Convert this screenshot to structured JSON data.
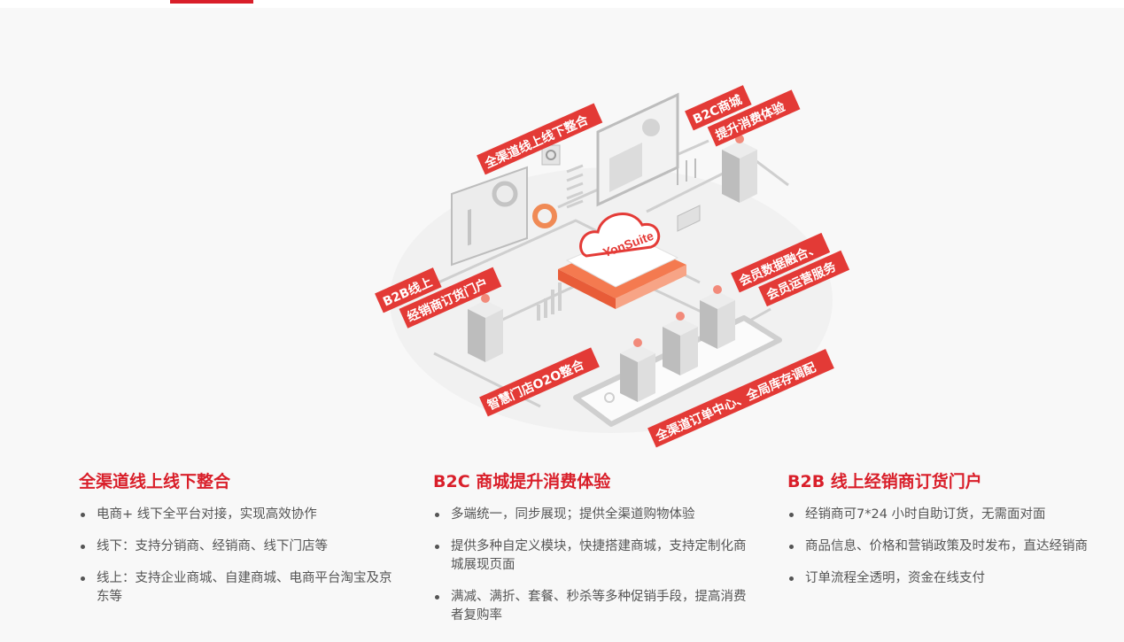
{
  "illustration": {
    "cloud_logo": "YonSuite",
    "callouts": [
      {
        "id": "omni",
        "lines": [
          "全渠道线上线下整合"
        ]
      },
      {
        "id": "b2c",
        "lines": [
          "B2C商城",
          "提升消费体验"
        ]
      },
      {
        "id": "b2b",
        "lines": [
          "B2B线上",
          "经销商订货门户"
        ]
      },
      {
        "id": "member",
        "lines": [
          "会员数据融合、",
          "会员运营服务"
        ]
      },
      {
        "id": "store",
        "lines": [
          "智慧门店O2O整合"
        ]
      },
      {
        "id": "order",
        "lines": [
          "全渠道订单中心、全局库存调配"
        ]
      }
    ]
  },
  "columns": [
    {
      "title": "全渠道线上线下整合",
      "items": [
        "电商+ 线下全平台对接，实现高效协作",
        "线下：支持分销商、经销商、线下门店等",
        "线上：支持企业商城、自建商城、电商平台淘宝及京东等"
      ]
    },
    {
      "title": "B2C 商城提升消费体验",
      "items": [
        "多端统一，同步展现；提供全渠道购物体验",
        "提供多种自定义模块，快捷搭建商城，支持定制化商城展现页面",
        "满减、满折、套餐、秒杀等多种促销手段，提高消费者复购率"
      ]
    },
    {
      "title": "B2B 线上经销商订货门户",
      "items": [
        "经销商可7*24 小时自助订货，无需面对面",
        "商品信息、价格和营销政策及时发布，直达经销商",
        "订单流程全透明，资金在线支付"
      ]
    }
  ]
}
